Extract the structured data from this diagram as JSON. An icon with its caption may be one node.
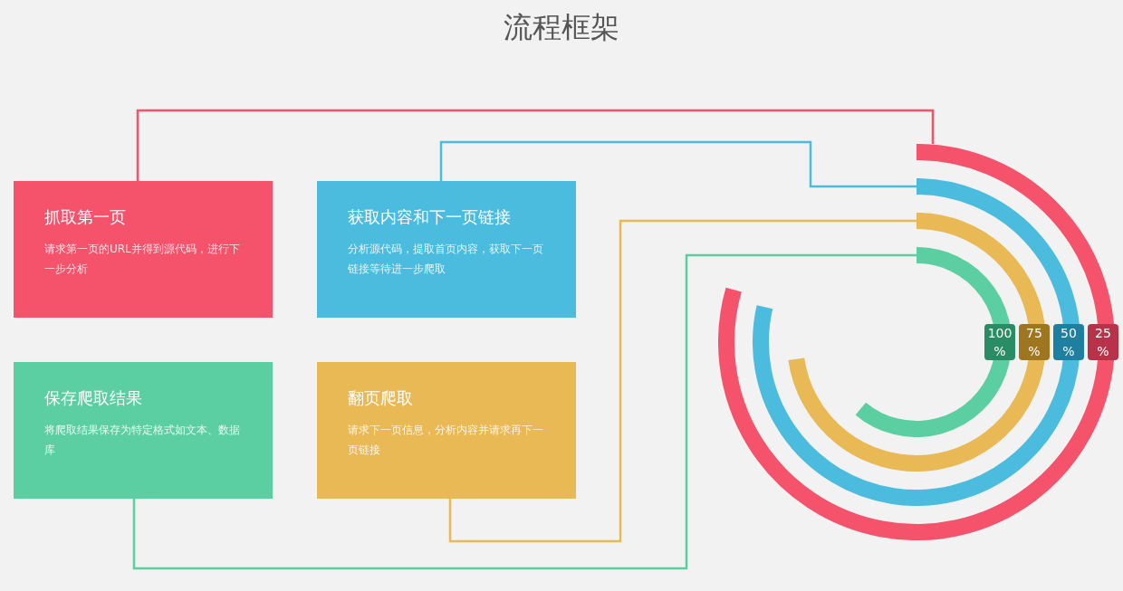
{
  "diagram": {
    "title": "流程框架",
    "nodes": [
      {
        "text": [
          "抓取第一页",
          "请求第一页的URL并得到源代码，进行下一步分析"
        ]
      },
      {
        "text": [
          "获取内容和下一页链接",
          "分析源代码，提取首页内容，获取下一页链接等待进一步爬取"
        ]
      },
      {
        "text": [
          "保存爬取结果",
          "将爬取结果保存为特定格式如文本、数据库"
        ]
      },
      {
        "text": [
          "翻页爬取",
          "请求下一页信息，分析内容并请求再下一页链接"
        ]
      },
      {
        "text": [
          "25 %"
        ]
      },
      {
        "text": [
          "50 %"
        ],
        "in": 4
      },
      {
        "text": [
          "75 %"
        ],
        "in": 5
      },
      {
        "text": [
          "100 %"
        ],
        "in": 6
      }
    ],
    "edges": [
      {
        "from": 0,
        "to": 4,
        "arrow": "none",
        "color": "#f5526b"
      },
      {
        "from": 1,
        "to": 5,
        "arrow": "none",
        "color": "#4bbcde"
      },
      {
        "from": 3,
        "to": 6,
        "arrow": "none",
        "color": "#e8b955"
      },
      {
        "from": 2,
        "to": 7,
        "arrow": "none",
        "color": "#5ccfa2"
      }
    ]
  }
}
